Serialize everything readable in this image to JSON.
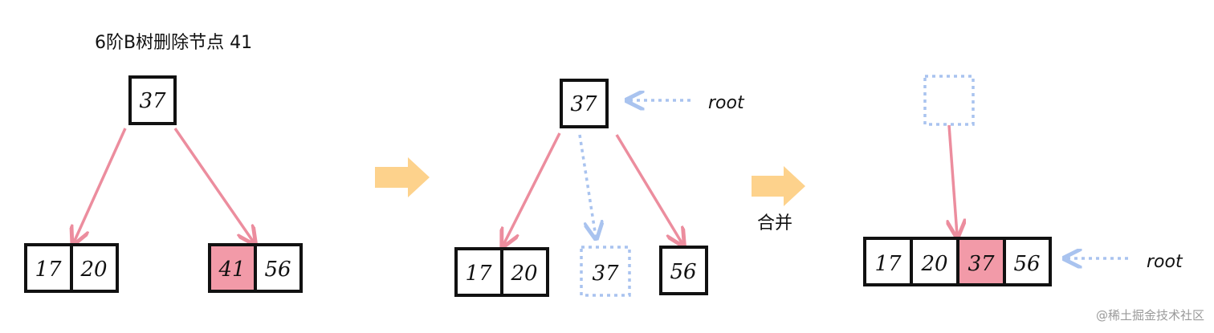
{
  "title": "6阶B树删除节点 41",
  "merge_label": "合并",
  "root_label": "root",
  "watermark": "@稀土掘金技术社区",
  "colors": {
    "highlight": "#f29aa8",
    "tree_edge": "#ec8d9e",
    "dotted": "#a9c3ef",
    "flow_arrow": "#fdd28c",
    "border": "#111111"
  },
  "stage1": {
    "root": [
      "37"
    ],
    "left": [
      "17",
      "20"
    ],
    "right": [
      "41",
      "56"
    ],
    "highlighted": "41"
  },
  "stage2": {
    "root": [
      "37"
    ],
    "left": [
      "17",
      "20"
    ],
    "middle": [
      "37"
    ],
    "right": [
      "56"
    ]
  },
  "stage3": {
    "merged": [
      "17",
      "20",
      "37",
      "56"
    ],
    "highlighted": "37"
  }
}
